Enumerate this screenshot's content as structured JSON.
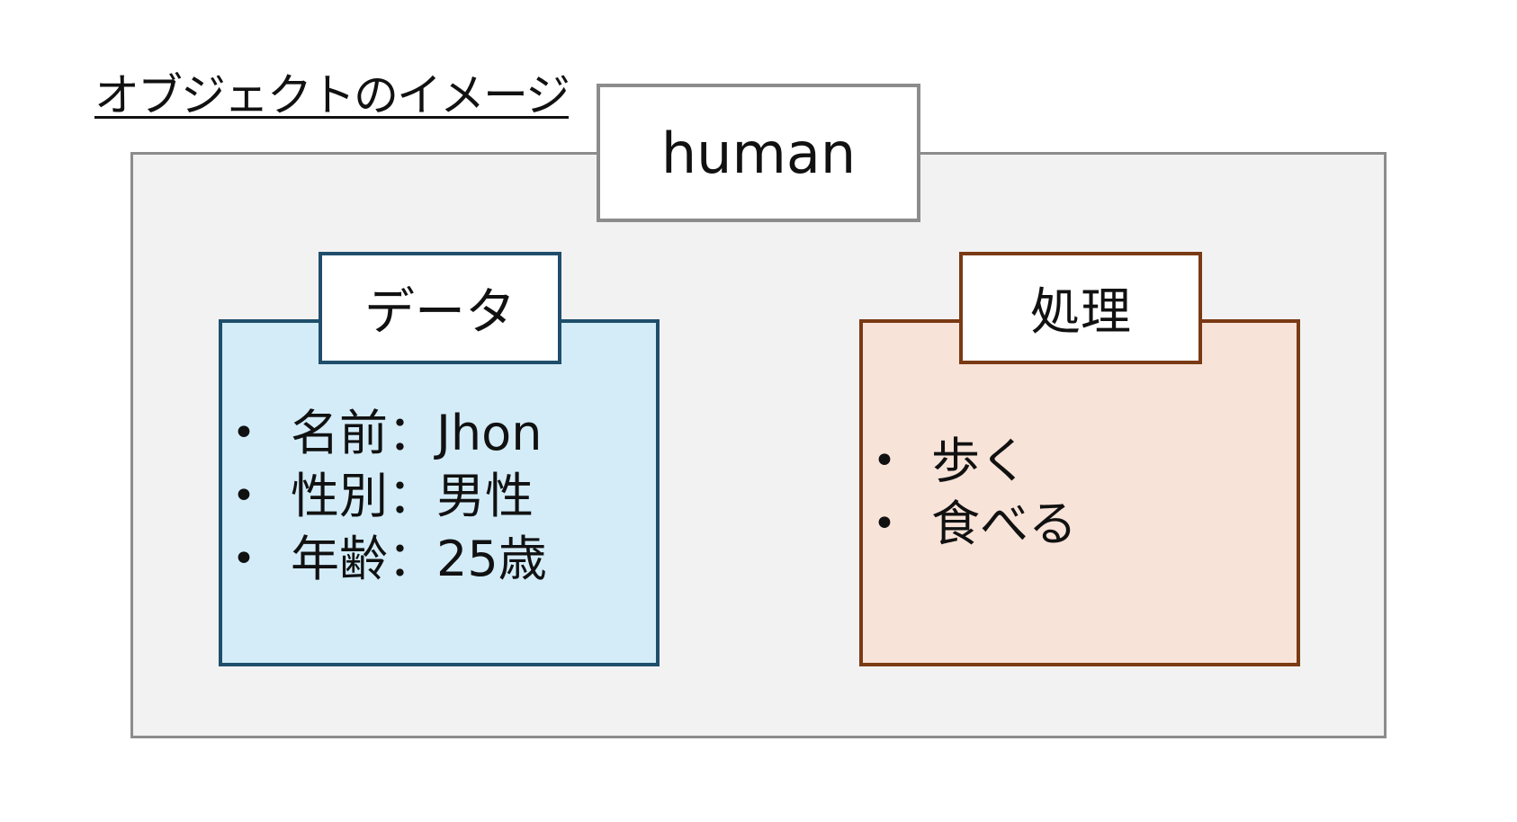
{
  "title": "オブジェクトのイメージ",
  "object": {
    "name": "human"
  },
  "data_section": {
    "label": "データ",
    "items": [
      "名前：Jhon",
      "性別：男性",
      "年齢：25歳"
    ]
  },
  "process_section": {
    "label": "処理",
    "items": [
      "歩く",
      "食べる"
    ]
  },
  "colors": {
    "outer_border": "#8c8c8c",
    "outer_fill": "#f2f2f2",
    "data_border": "#1f4e6b",
    "data_fill": "#d3ecf8",
    "process_border": "#7a3a14",
    "process_fill": "#f8e3d9"
  }
}
